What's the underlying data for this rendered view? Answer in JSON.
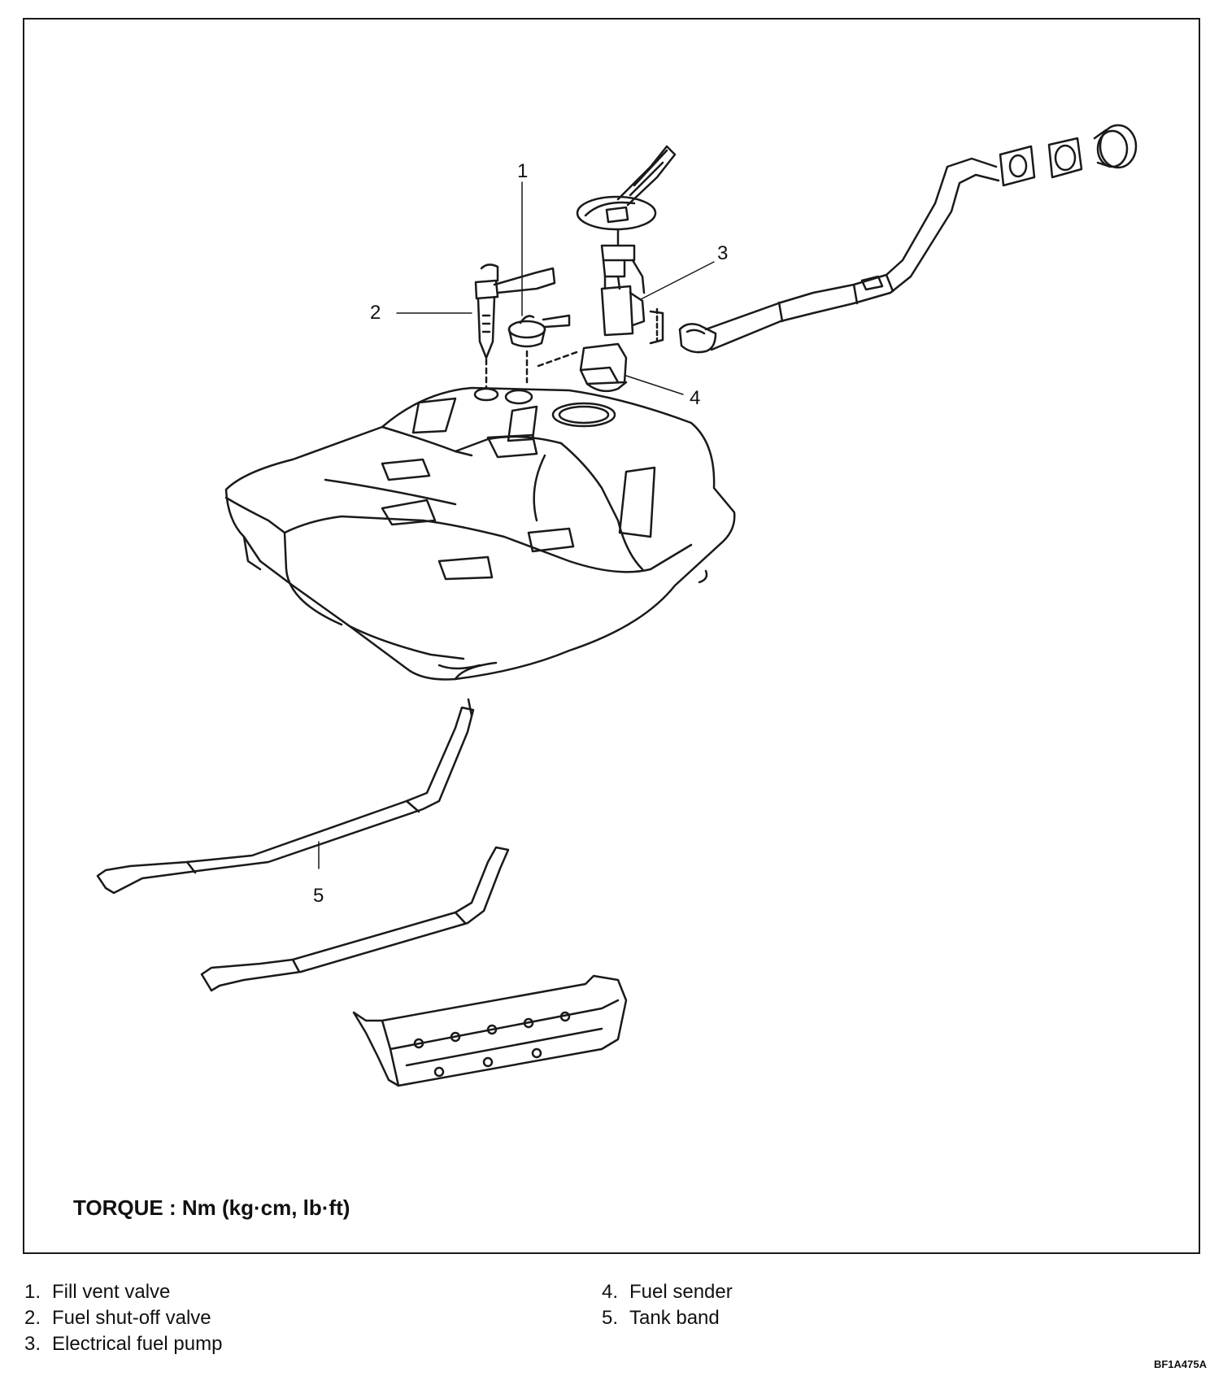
{
  "diagram": {
    "callouts": [
      "1",
      "2",
      "3",
      "4",
      "5"
    ],
    "torque_label": "TORQUE : Nm (kg·cm, lb·ft)"
  },
  "legend": {
    "left": [
      {
        "num": "1.",
        "text": "Fill vent valve"
      },
      {
        "num": "2.",
        "text": "Fuel shut-off valve"
      },
      {
        "num": "3.",
        "text": "Electrical fuel pump"
      }
    ],
    "right": [
      {
        "num": "4.",
        "text": "Fuel sender"
      },
      {
        "num": "5.",
        "text": "Tank band"
      }
    ]
  },
  "figure_code": "BF1A475A",
  "colors": {
    "line": "#1a1a1a",
    "background": "#ffffff"
  }
}
